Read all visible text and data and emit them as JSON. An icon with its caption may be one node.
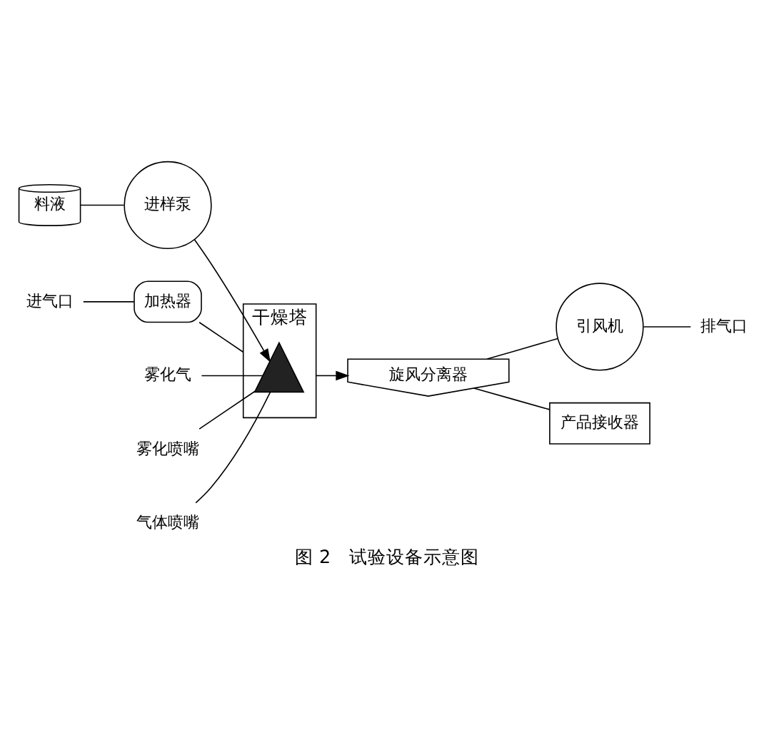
{
  "diagram": {
    "caption": "图 2　试验设备示意图",
    "nodes": [
      {
        "text": [
          "料液"
        ]
      },
      {
        "text": [
          "进样泵"
        ]
      },
      {
        "text": [
          "加热器"
        ]
      },
      {
        "text": [
          "进气口"
        ]
      },
      {
        "text": [
          "雾化气"
        ]
      },
      {
        "text": [
          "干燥塔"
        ]
      },
      {
        "text": [],
        "shape": "triangle",
        "in": 5
      },
      {
        "text": [
          "雾化喷嘴"
        ]
      },
      {
        "text": [
          "气体喷嘴"
        ]
      },
      {
        "text": [
          "引风机"
        ]
      },
      {
        "text": [
          "旋风分离器"
        ]
      },
      {
        "text": [
          "产品接收器"
        ]
      },
      {
        "text": [
          "排气口"
        ]
      }
    ],
    "edges": [
      {
        "from": 0,
        "to": 1,
        "arrow": "none"
      },
      {
        "from": 1,
        "to": 6,
        "arrow": "to"
      },
      {
        "from": 3,
        "to": 2,
        "arrow": "none"
      },
      {
        "from": 2,
        "to": 5,
        "arrow": "none"
      },
      {
        "from": 4,
        "to": 6,
        "arrow": "none"
      },
      {
        "from": 7,
        "to": 6,
        "arrow": "none"
      },
      {
        "from": 8,
        "to": 6,
        "arrow": "none"
      },
      {
        "from": 5,
        "to": 10,
        "arrow": "to"
      },
      {
        "from": 10,
        "to": 9,
        "arrow": "none"
      },
      {
        "from": 9,
        "to": 12,
        "arrow": "none"
      },
      {
        "from": 10,
        "to": 11,
        "arrow": "none"
      }
    ]
  }
}
